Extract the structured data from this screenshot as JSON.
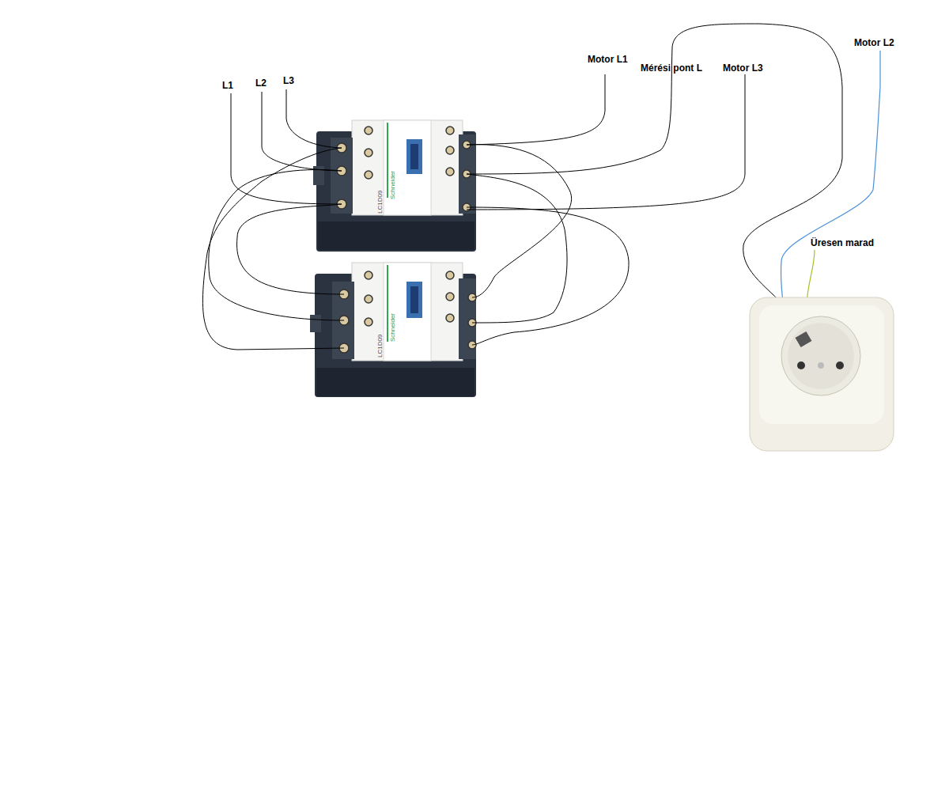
{
  "diagram": {
    "labels": [
      "L1",
      "L2",
      "L3",
      "Motor L1",
      "Mérési pont L",
      "Motor L3",
      "Motor L2",
      "Üresen marad",
      "Schneider",
      "LC1D09",
      "Schneider",
      "LC1D09"
    ]
  }
}
